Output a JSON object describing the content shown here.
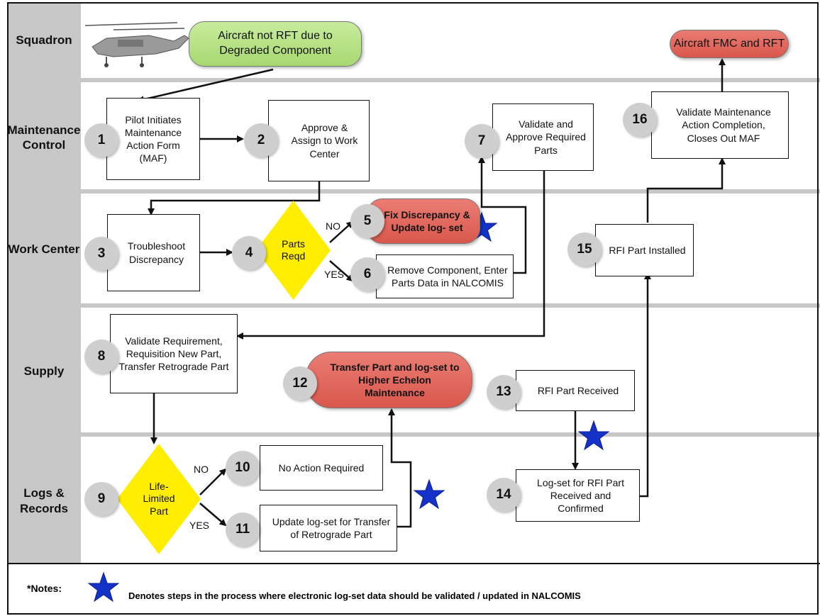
{
  "lanes": {
    "squadron": "Squadron",
    "maintenance_control": "Maintenance Control",
    "work_center": "Work Center",
    "supply": "Supply",
    "logs_records": "Logs & Records"
  },
  "nodes": {
    "start": "Aircraft not RFT due to Degraded Component",
    "end": "Aircraft FMC and RFT",
    "s1": {
      "num": "1",
      "text": "Pilot Initiates Maintenance Action Form (MAF)"
    },
    "s2": {
      "num": "2",
      "text": "Approve & Assign to Work Center"
    },
    "s3": {
      "num": "3",
      "text": "Troubleshoot Discrepancy"
    },
    "s4": {
      "num": "4",
      "text": "Parts Reqd"
    },
    "s5": {
      "num": "5",
      "text": "Fix Discrepancy & Update log- set"
    },
    "s6": {
      "num": "6",
      "text": "Remove Component, Enter Parts Data in NALCOMIS"
    },
    "s7": {
      "num": "7",
      "text": "Validate and Approve Required Parts"
    },
    "s8": {
      "num": "8",
      "text": "Validate Requirement, Requisition New Part, Transfer Retrograde Part"
    },
    "s9": {
      "num": "9",
      "text": "Life-Limited Part"
    },
    "s10": {
      "num": "10",
      "text": "No Action Required"
    },
    "s11": {
      "num": "11",
      "text": "Update log-set for Transfer of Retrograde Part"
    },
    "s12": {
      "num": "12",
      "text": "Transfer Part and log-set to Higher Echelon Maintenance"
    },
    "s13": {
      "num": "13",
      "text": "RFI Part Received"
    },
    "s14": {
      "num": "14",
      "text": "Log-set for RFI Part Received and Confirmed"
    },
    "s15": {
      "num": "15",
      "text": "RFI Part Installed"
    },
    "s16": {
      "num": "16",
      "text": "Validate Maintenance Action Completion, Closes Out MAF"
    }
  },
  "edge_labels": {
    "no4": "NO",
    "yes4": "YES",
    "no9": "NO",
    "yes9": "YES"
  },
  "notes": {
    "label": "*Notes:",
    "text": "Denotes steps in the process where electronic log-set data should be validated / updated in NALCOMIS"
  },
  "colors": {
    "red": "#d9574c",
    "green": "#a7d870",
    "yellow": "#ffee00",
    "star": "#1432c8"
  },
  "icons": [
    "helicopter-icon",
    "star-icon"
  ]
}
